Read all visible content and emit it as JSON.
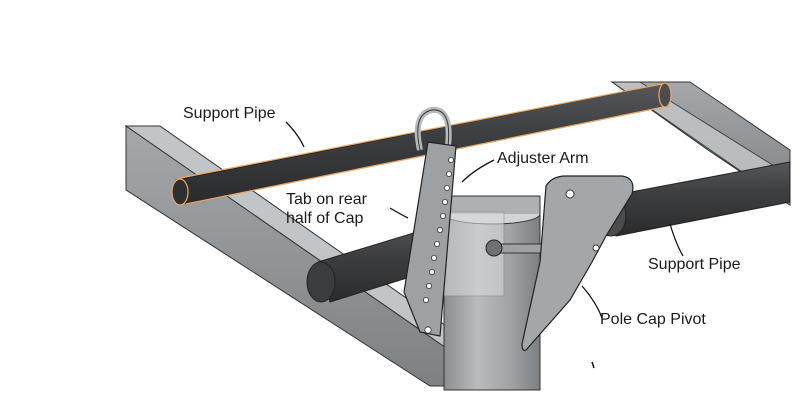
{
  "labels": {
    "support_pipe_top": "Support Pipe",
    "adjuster_arm": "Adjuster Arm",
    "tab_line1": "Tab on rear",
    "tab_line2": "half of Cap",
    "support_pipe_right": "Support Pipe",
    "pole_cap_pivot": "Pole Cap Pivot"
  },
  "colors": {
    "metal_dark": "#5f6366",
    "metal_mid": "#8e9396",
    "metal_light": "#c4c7c9",
    "pipe": "#3a3b3c",
    "pipe_highlight": "#f0a860",
    "line": "#111111"
  }
}
